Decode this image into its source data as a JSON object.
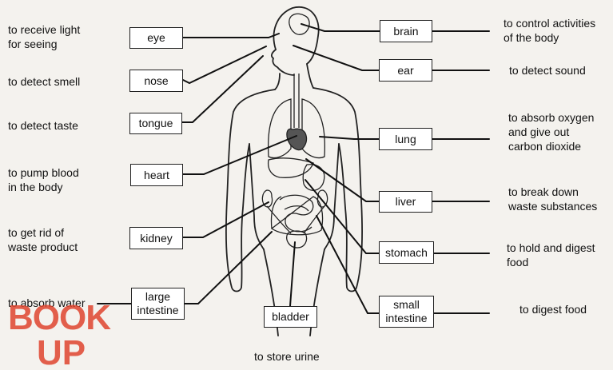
{
  "organs": [
    {
      "name": "eye",
      "function": "to receive light\nfor seeing"
    },
    {
      "name": "nose",
      "function": "to detect smell"
    },
    {
      "name": "tongue",
      "function": "to detect taste"
    },
    {
      "name": "heart",
      "function": "to pump blood\nin the body"
    },
    {
      "name": "kidney",
      "function": "to get rid of\nwaste product"
    },
    {
      "name": "large\nintestine",
      "function": "to absorb water"
    },
    {
      "name": "bladder",
      "function": "to store urine"
    },
    {
      "name": "brain",
      "function": "to control activities\nof the body"
    },
    {
      "name": "ear",
      "function": "to detect sound"
    },
    {
      "name": "lung",
      "function": "to absorb oxygen\nand give out\ncarbon dioxide"
    },
    {
      "name": "liver",
      "function": "to break down\nwaste substances"
    },
    {
      "name": "stomach",
      "function": "to hold and digest\nfood"
    },
    {
      "name": "small\nintestine",
      "function": "to digest food"
    }
  ],
  "logo": {
    "line1": "BOOK",
    "line2": "UP",
    "color": "#e0452f"
  },
  "colors": {
    "line": "#111111",
    "box_border": "#222222"
  }
}
